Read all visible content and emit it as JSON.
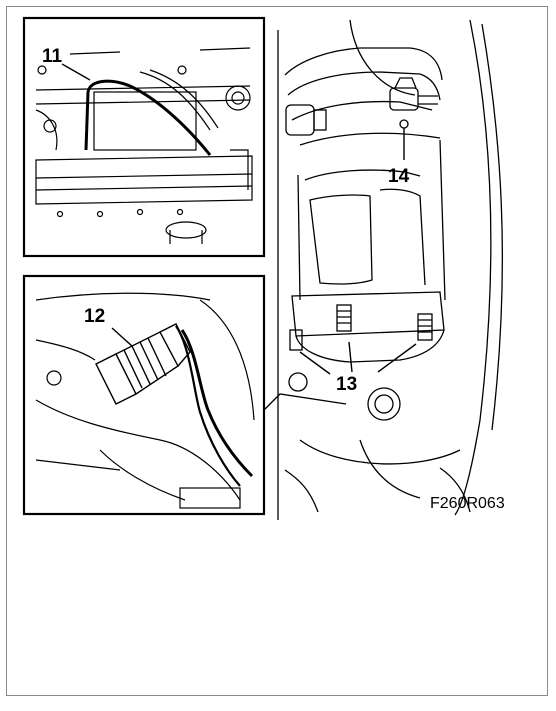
{
  "figure": {
    "callouts": {
      "c11": "11",
      "c12": "12",
      "c13": "13",
      "c14": "14"
    },
    "code": "F260R063"
  },
  "colors": {
    "line": "#000000",
    "frame": "#8a8a8a",
    "background": "#ffffff"
  }
}
